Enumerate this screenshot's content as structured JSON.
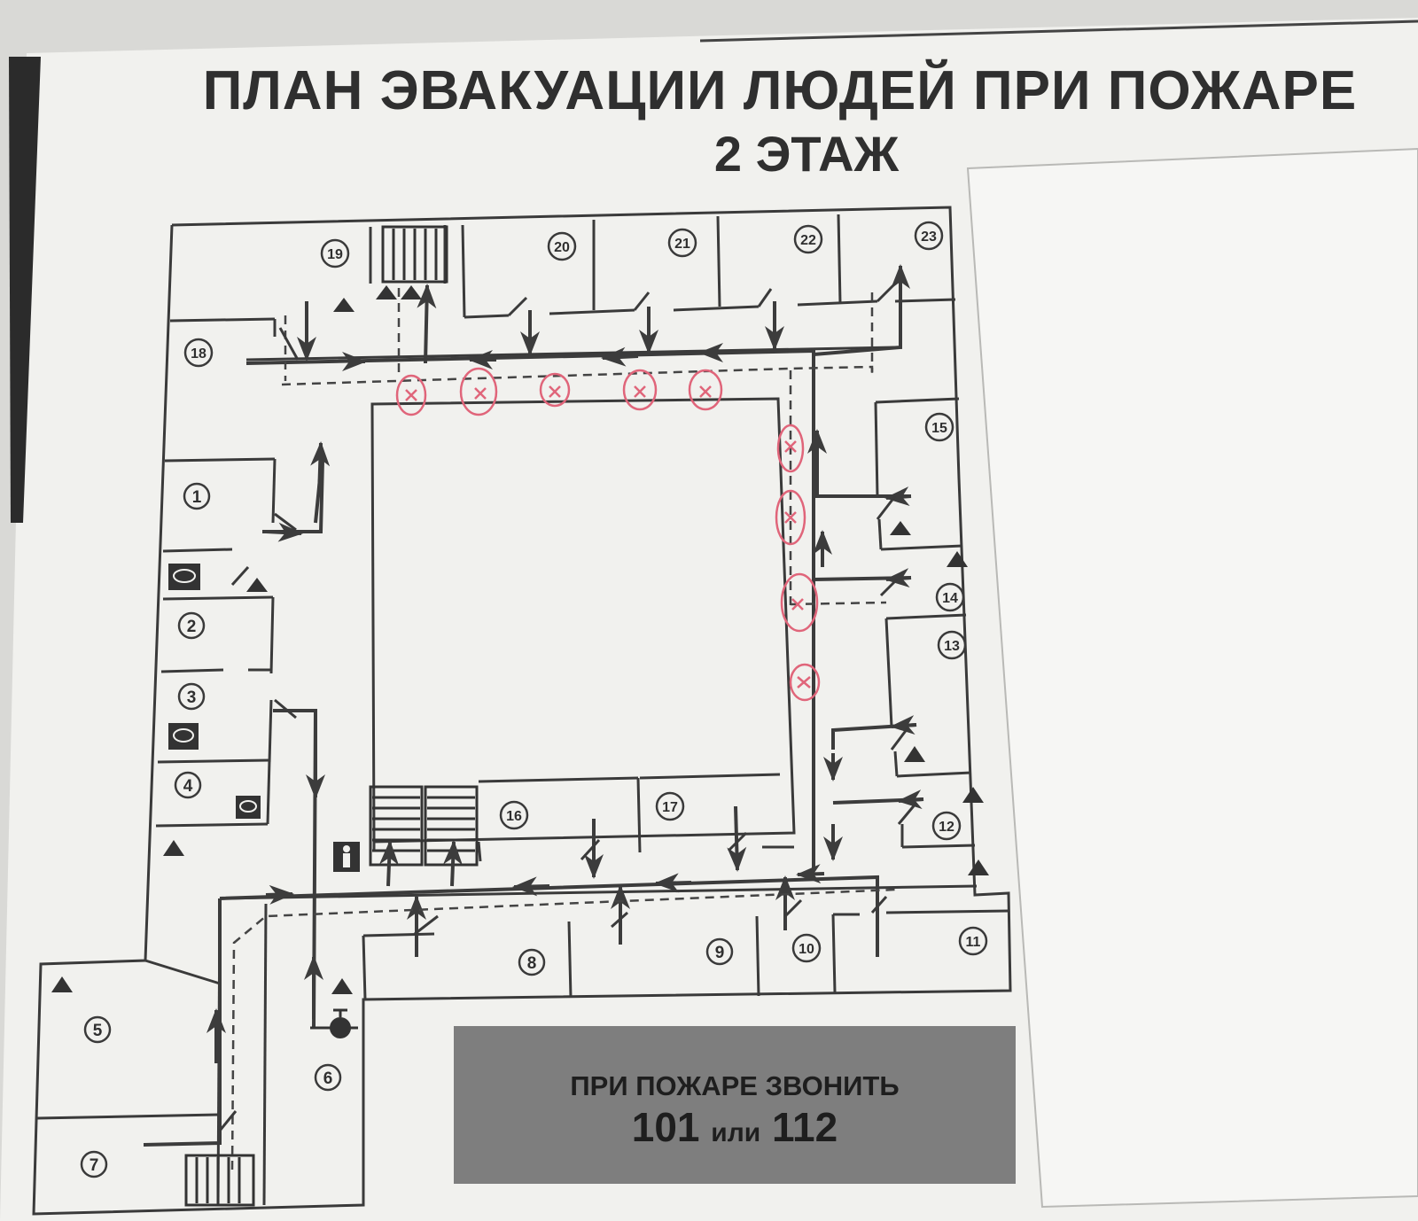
{
  "header": {
    "title": "ПЛАН ЭВАКУАЦИИ ЛЮДЕЙ ПРИ ПОЖАРЕ",
    "subtitle": "2 ЭТАЖ"
  },
  "call_box": {
    "line1": "ПРИ ПОЖАРЕ ЗВОНИТЬ",
    "number1": "101",
    "conjunction": "или",
    "number2": "112"
  },
  "rooms": [
    "1",
    "2",
    "3",
    "4",
    "5",
    "6",
    "7",
    "8",
    "9",
    "10",
    "11",
    "12",
    "13",
    "14",
    "15",
    "16",
    "17",
    "18",
    "19",
    "20",
    "21",
    "22",
    "23"
  ],
  "colors": {
    "wall": "#3a3a3a",
    "route": "#3c3c3c",
    "hand_marks": "#e0657a",
    "call_box_bg": "#7e7e7e",
    "sign_fill": "#333333"
  },
  "icons": [
    "phone-icon",
    "fire-extinguisher-icon",
    "person-icon",
    "fire-hose-icon",
    "stairs-icon"
  ]
}
